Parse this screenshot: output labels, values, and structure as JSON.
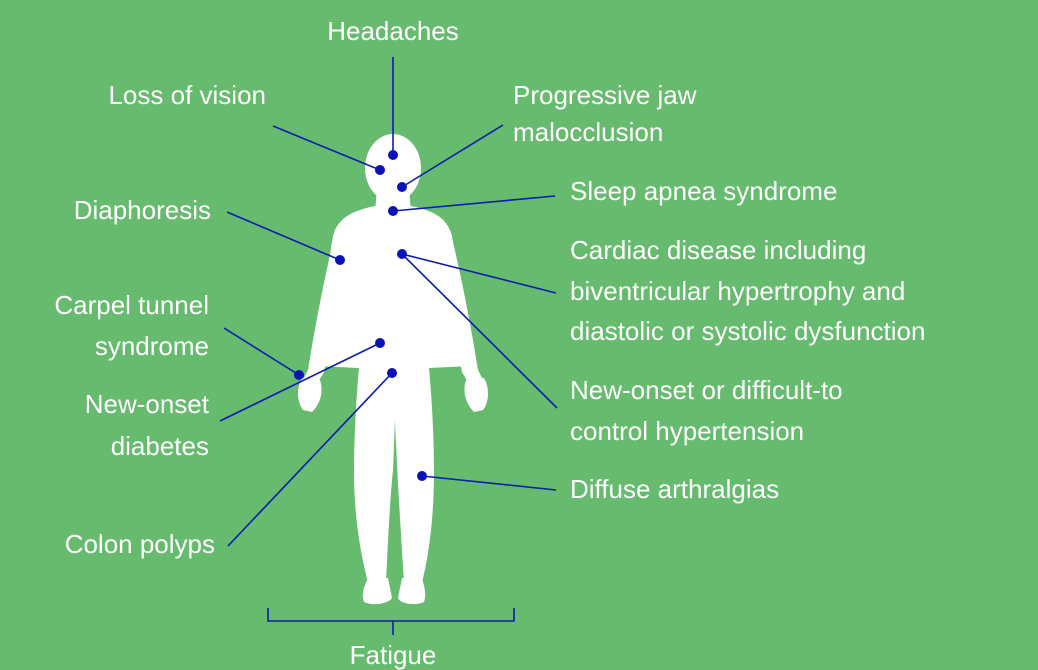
{
  "colors": {
    "background": "#66bb6e",
    "body_silhouette": "#ffffff",
    "leader_line": "#0a1db0",
    "marker_dot": "#0a12b8",
    "label_text": "#ffffff"
  },
  "labels": {
    "headaches": "Headaches",
    "loss_of_vision": "Loss of vision",
    "jaw_1": "Progressive jaw",
    "jaw_2": "malocclusion",
    "sleep_apnea": "Sleep apnea syndrome",
    "diaphoresis": "Diaphoresis",
    "cardiac_1": "Cardiac disease including",
    "cardiac_2": "biventricular hypertrophy and",
    "cardiac_3": "diastolic or systolic dysfunction",
    "carpal_1": "Carpel tunnel",
    "carpal_2": "syndrome",
    "diabetes_1": "New-onset",
    "diabetes_2": "diabetes",
    "hypertension_1": "New-onset or difficult-to",
    "hypertension_2": "control hypertension",
    "arthralgias": "Diffuse arthralgias",
    "colon_polyps": "Colon polyps",
    "fatigue": "Fatigue"
  }
}
